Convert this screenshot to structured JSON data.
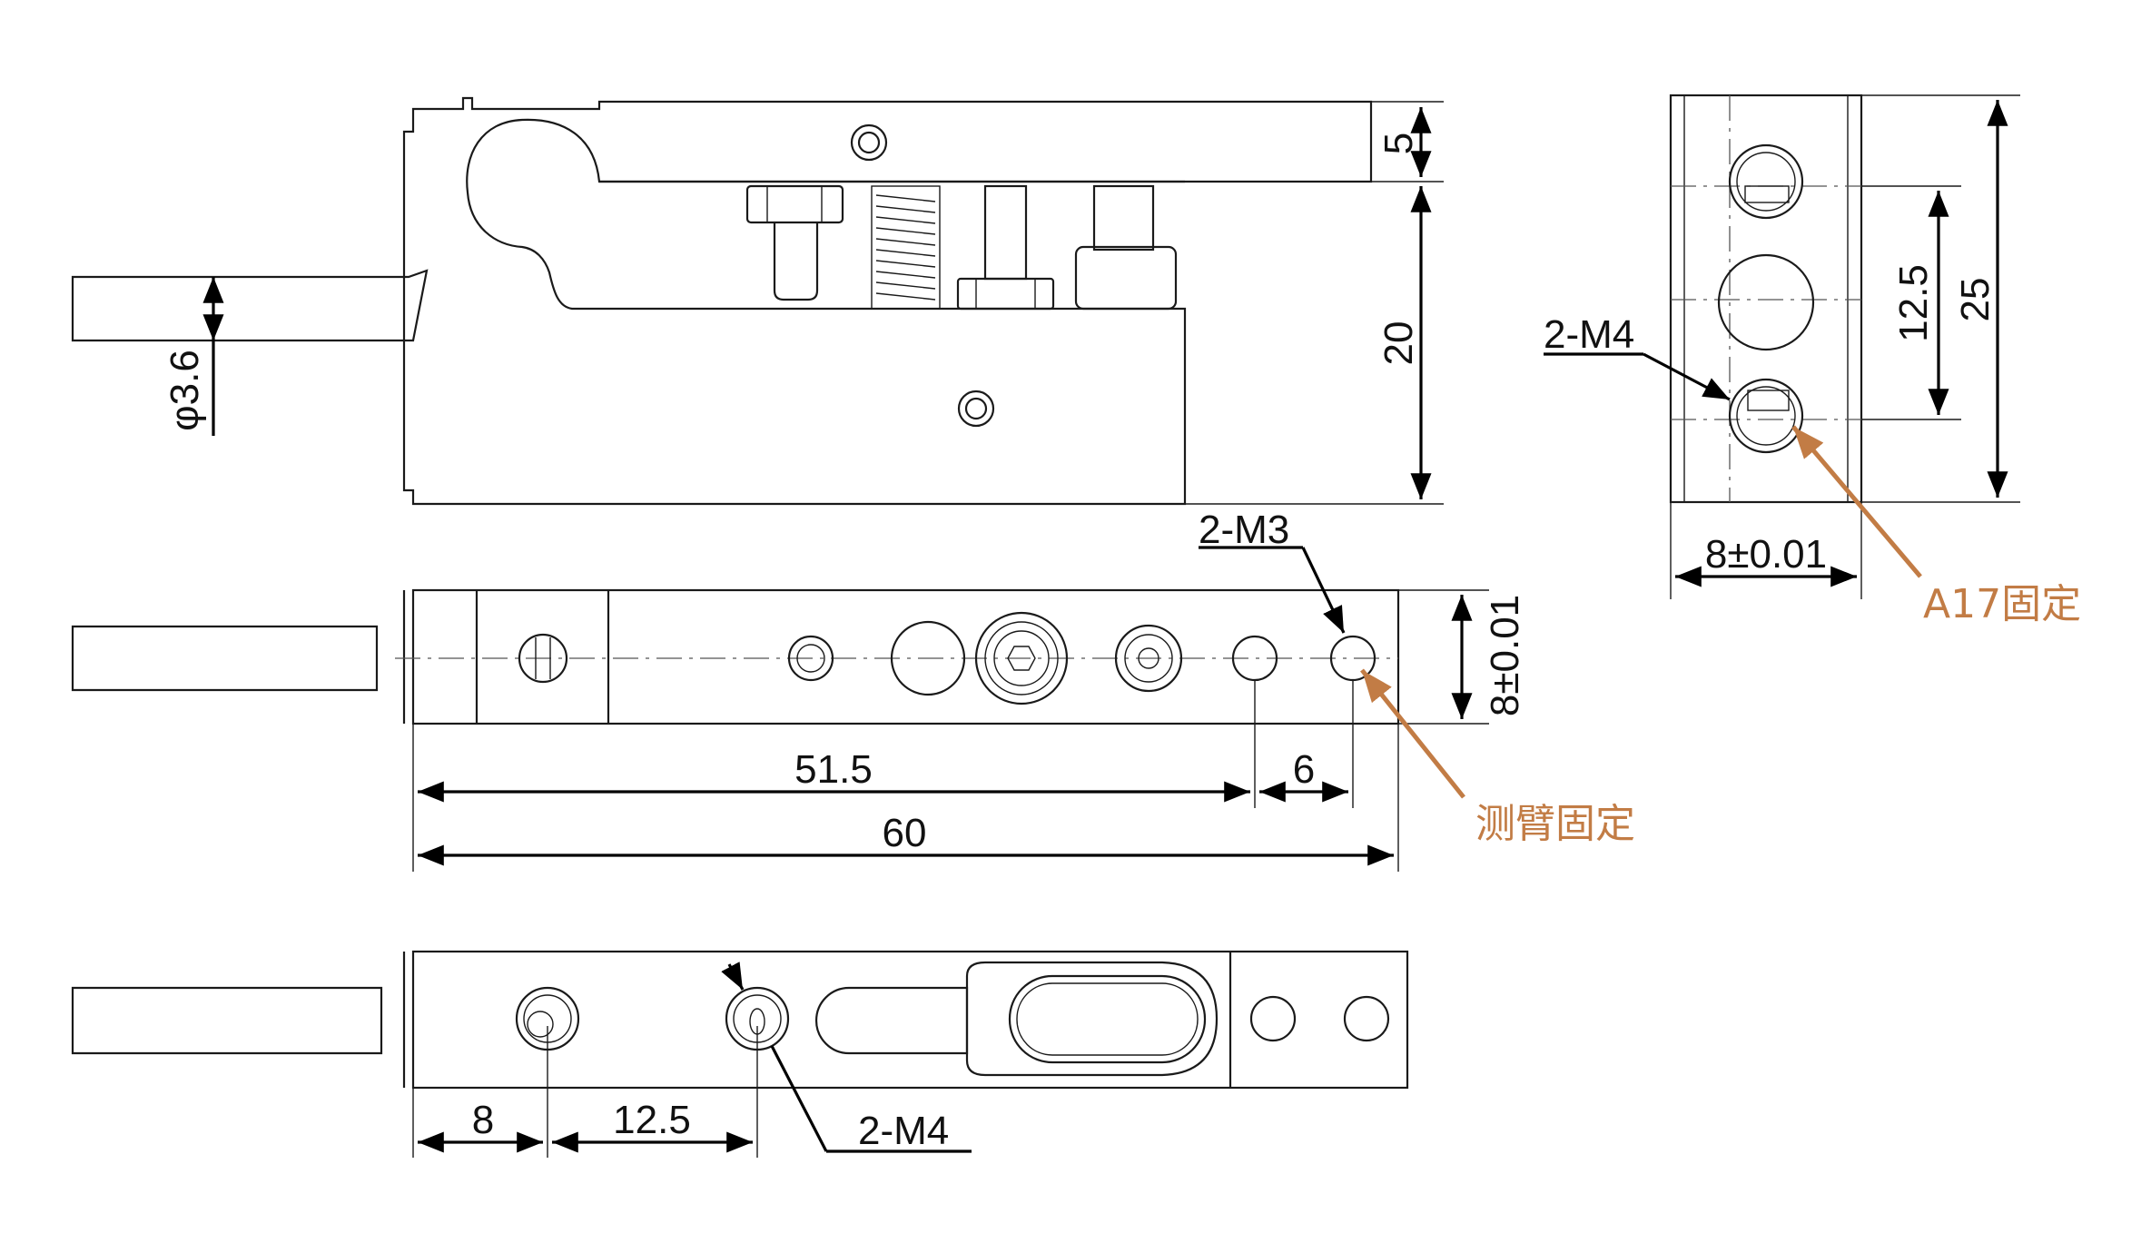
{
  "drawing": {
    "dimensions": {
      "top_height_5": "5",
      "top_height_20": "20",
      "cable_dia": "φ3.6",
      "side_25": "25",
      "side_12_5": "12.5",
      "side_width": "8±0.01",
      "mid_height": "8±0.01",
      "len_51_5": "51.5",
      "len_6": "6",
      "len_60": "60",
      "bot_8": "8",
      "bot_12_5": "12.5"
    },
    "callouts": {
      "side_thread": "2-M4",
      "mid_thread": "2-M3",
      "bot_thread": "2-M4"
    },
    "annotations": {
      "a17": "A17固定",
      "arm": "测臂固定"
    },
    "colors": {
      "line": "#1a1a1a",
      "annotation": "#c27c45"
    }
  }
}
